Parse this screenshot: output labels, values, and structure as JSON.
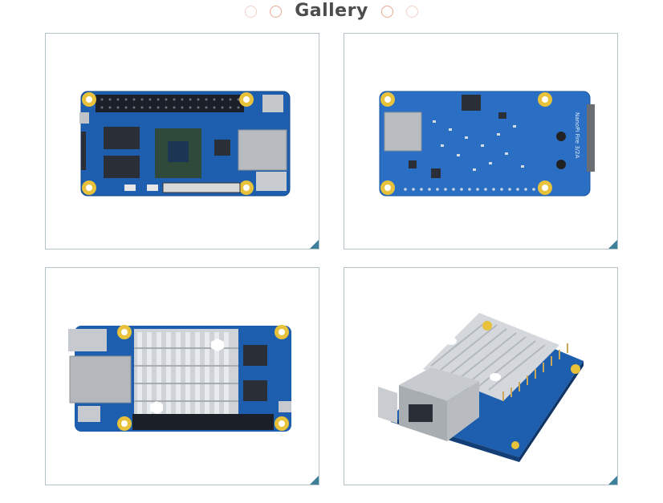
{
  "header": {
    "title": "Gallery",
    "decor_colors": [
      "#f0d2c8",
      "#e8b29e",
      "#e8b29e",
      "#f0d2c8"
    ]
  },
  "gallery": {
    "items": [
      {
        "id": "top-left",
        "alt": "NanoPi board top view with SoC, RAM chips, Ethernet and USB ports"
      },
      {
        "id": "top-right",
        "alt": "NanoPi Fire 3/2A board bottom view with microSD slot",
        "silkscreen": "NanoPi Fire 3/2A"
      },
      {
        "id": "bottom-left",
        "alt": "NanoPi board top view with aluminum heatsink installed"
      },
      {
        "id": "bottom-right",
        "alt": "NanoPi board angled view with heatsink, Ethernet port and pin headers"
      }
    ],
    "border_color": "#b4c3c8",
    "corner_color": "#3e7f9a",
    "board_color": "#1c5fb0"
  }
}
